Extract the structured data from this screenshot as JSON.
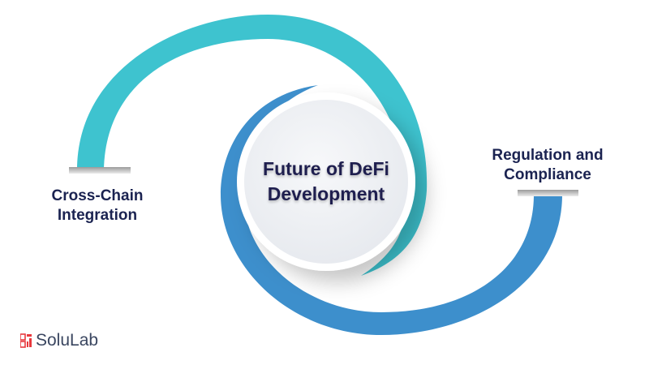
{
  "center_title": "Future of DeFi Development",
  "nodes": [
    {
      "label_line1": "Cross-Chain",
      "label_line2": "Integration"
    },
    {
      "label_line1": "Regulation and",
      "label_line2": "Compliance"
    }
  ],
  "brand": {
    "name": "SoluLab"
  },
  "colors": {
    "teal": "#3ec3cf",
    "blue": "#3d8fcc",
    "text": "#1b2351",
    "logo_red": "#e8383d"
  }
}
